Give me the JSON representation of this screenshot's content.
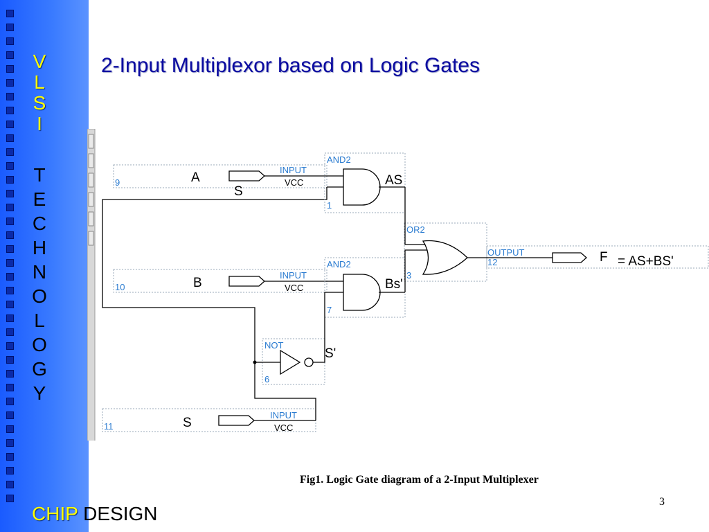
{
  "sidebar": {
    "letters_top": [
      "V",
      "L",
      "S",
      "I"
    ],
    "letters_bottom": [
      "T",
      "E",
      "C",
      "H",
      "N",
      "O",
      "L",
      "O",
      "G",
      "Y"
    ],
    "brand_chip": "CHIP",
    "brand_design": "DESIGN"
  },
  "title": "2-Input Multiplexor based on Logic Gates",
  "diagram": {
    "inputs": [
      {
        "num": "9",
        "signal": "A",
        "port": "INPUT",
        "vcc": "VCC"
      },
      {
        "num": "10",
        "signal": "B",
        "port": "INPUT",
        "vcc": "VCC"
      },
      {
        "num": "11",
        "signal": "S",
        "port": "INPUT",
        "vcc": "VCC"
      }
    ],
    "select_wire_label": "S",
    "and_top": {
      "type": "AND2",
      "num": "1",
      "out": "AS"
    },
    "and_bottom": {
      "type": "AND2",
      "num": "7",
      "out": "Bs'"
    },
    "or_gate": {
      "type": "OR2",
      "num": "3"
    },
    "not_gate": {
      "type": "NOT",
      "num": "6",
      "out": "S'"
    },
    "output": {
      "port": "OUTPUT",
      "num": "12",
      "signal": "F",
      "equation": "= AS+BS'"
    }
  },
  "caption": "Fig1. Logic Gate diagram of a 2-Input Multiplexer",
  "page_number": "3",
  "colors": {
    "sidebar": "#2f6cff",
    "title": "#0a0aa0",
    "sidebar_letters": "#ffff00",
    "schematic_labels": "#2a7bd0"
  }
}
